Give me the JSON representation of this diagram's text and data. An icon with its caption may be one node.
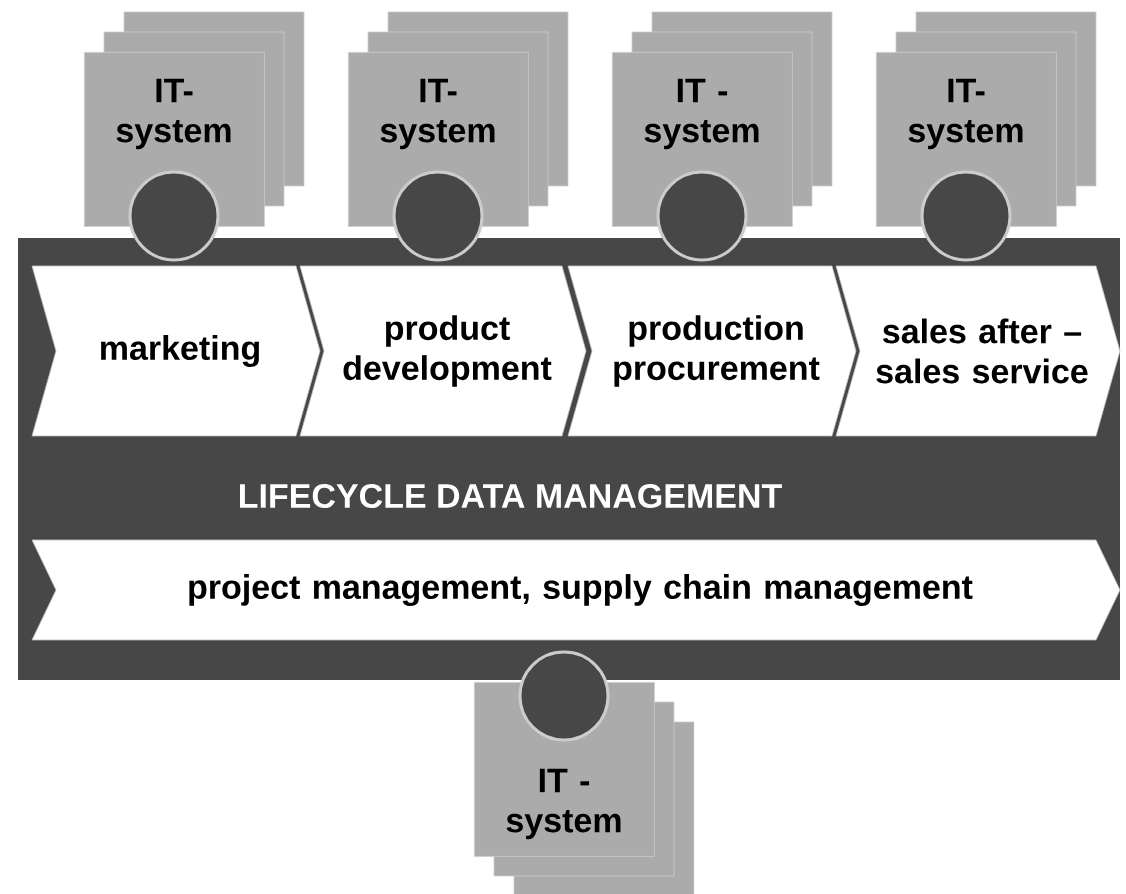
{
  "diagram": {
    "nodes": [
      {
        "text": [
          "IT- system"
        ]
      },
      {
        "text": [
          "IT- system"
        ]
      },
      {
        "text": [
          "IT - system"
        ]
      },
      {
        "text": [
          "IT- system"
        ]
      },
      {
        "text": [
          "LIFECYCLE DATA MANAGEMENT"
        ]
      },
      {
        "text": [
          "marketing"
        ],
        "in": 4
      },
      {
        "text": [
          "product development"
        ],
        "in": 4
      },
      {
        "text": [
          "production procurement"
        ],
        "in": 4
      },
      {
        "text": [
          "sales after – sales service"
        ],
        "in": 4
      },
      {
        "text": [
          "project management, supply chain management"
        ],
        "in": 4
      },
      {
        "text": [
          "IT - system"
        ]
      }
    ]
  }
}
